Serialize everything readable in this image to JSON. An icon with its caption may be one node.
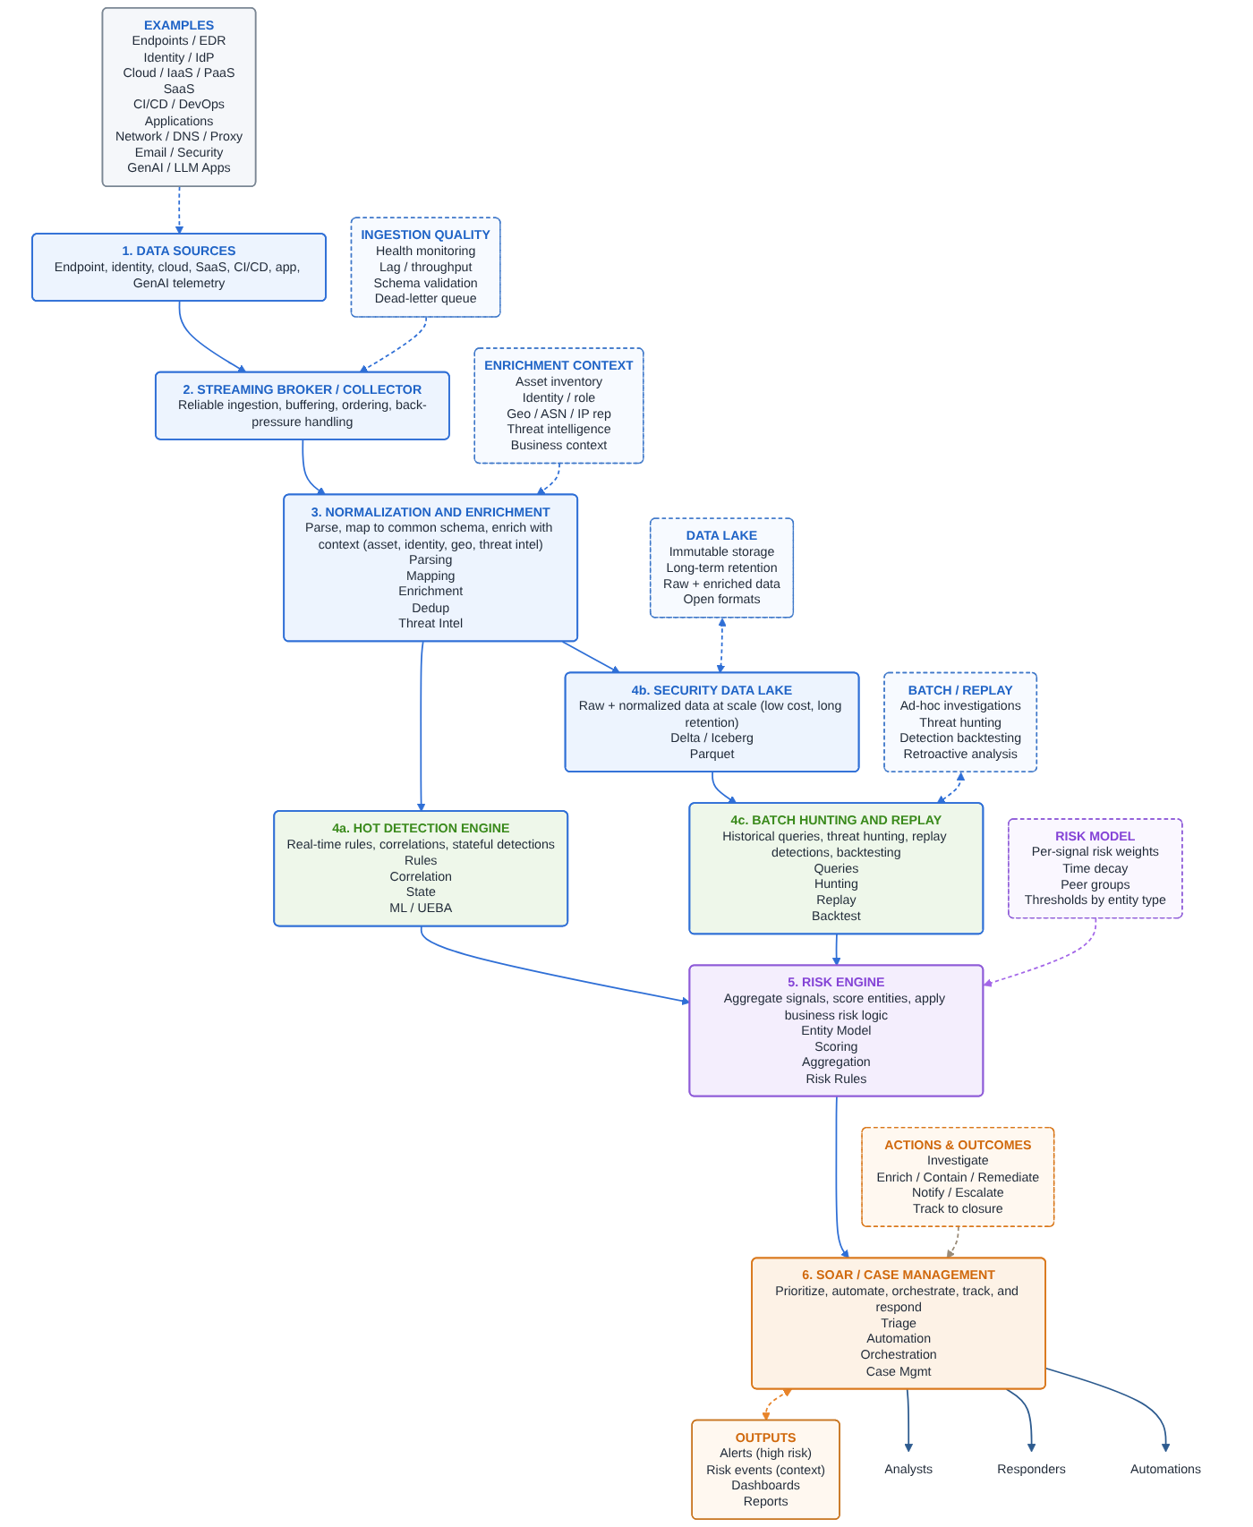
{
  "diagram": {
    "nodes": [
      {
        "text": [
          "1. DATA SOURCES",
          "Endpoint, identity, cloud, SaaS, CI/CD, app, GenAI telemetry"
        ]
      },
      {
        "text": [
          "EXAMPLES",
          "Endpoints / EDR",
          "Identity / IdP",
          "Cloud / IaaS / PaaS",
          "SaaS",
          "CI/CD / DevOps",
          "Applications",
          "Network / DNS / Proxy",
          "Email / Security",
          "GenAI / LLM Apps"
        ]
      },
      {
        "text": [
          "2. STREAMING BROKER / COLLECTOR",
          "Reliable ingestion, buffering, ordering, back-pressure handling"
        ]
      },
      {
        "text": [
          "INGESTION QUALITY",
          "Health monitoring",
          "Lag / throughput",
          "Schema validation",
          "Dead-letter queue"
        ]
      },
      {
        "text": [
          "3. NORMALIZATION AND ENRICHMENT",
          "Parse, map to common schema, enrich with context (asset, identity, geo, threat intel)",
          "Parsing",
          "Mapping",
          "Enrichment",
          "Dedup",
          "Threat Intel"
        ]
      },
      {
        "text": [
          "ENRICHMENT CONTEXT",
          "Asset inventory",
          "Identity / role",
          "Geo / ASN / IP rep",
          "Threat intelligence",
          "Business context"
        ]
      },
      {
        "text": [
          "4b. SECURITY DATA LAKE",
          "Raw + normalized data at scale (low cost, long retention)",
          "Delta / Iceberg",
          "Parquet"
        ]
      },
      {
        "text": [
          "DATA LAKE",
          "Immutable storage",
          "Long-term retention",
          "Raw + enriched data",
          "Open formats"
        ]
      },
      {
        "text": [
          "4a. HOT DETECTION ENGINE",
          "Real-time rules, correlations, stateful detections",
          "Rules",
          "Correlation",
          "State",
          "ML / UEBA"
        ]
      },
      {
        "text": [
          "4c. BATCH HUNTING AND REPLAY",
          "Historical queries, threat hunting, replay detections, backtesting",
          "Queries",
          "Hunting",
          "Replay",
          "Backtest"
        ]
      },
      {
        "text": [
          "BATCH / REPLAY",
          "Ad-hoc investigations",
          "Threat hunting",
          "Detection backtesting",
          "Retroactive analysis"
        ]
      },
      {
        "text": [
          "5. RISK ENGINE",
          "Aggregate signals, score entities, apply business risk logic",
          "Entity Model",
          "Scoring",
          "Aggregation",
          "Risk Rules"
        ]
      },
      {
        "text": [
          "RISK MODEL",
          "Per-signal risk weights",
          "Time decay",
          "Peer groups",
          "Thresholds by entity type"
        ]
      },
      {
        "text": [
          "OUTPUTS",
          "Alerts (high risk)",
          "Risk events (context)",
          "Dashboards",
          "Reports"
        ]
      },
      {
        "text": [
          "6. SOAR / CASE MANAGEMENT",
          "Prioritize, automate, orchestrate, track, and respond",
          "Triage",
          "Automation",
          "Orchestration",
          "Case Mgmt"
        ]
      },
      {
        "text": [
          "ACTIONS & OUTCOMES",
          "Investigate",
          "Enrich / Contain / Remediate",
          "Notify / Escalate",
          "Track to closure"
        ]
      },
      {
        "text": [
          "Analysts"
        ]
      },
      {
        "text": [
          "Responders"
        ]
      },
      {
        "text": [
          "Automations"
        ]
      }
    ],
    "edges": [
      {
        "from": 1,
        "to": 0,
        "arrow": "to",
        "style": "dashed"
      },
      {
        "from": 0,
        "to": 2,
        "arrow": "to"
      },
      {
        "from": 3,
        "to": 2,
        "arrow": "to",
        "style": "dashed"
      },
      {
        "from": 2,
        "to": 4,
        "arrow": "to"
      },
      {
        "from": 5,
        "to": 4,
        "arrow": "to",
        "style": "dashed"
      },
      {
        "from": 4,
        "to": 8,
        "arrow": "to"
      },
      {
        "from": 4,
        "to": 6,
        "arrow": "to"
      },
      {
        "from": 7,
        "to": 6,
        "arrow": "both",
        "style": "dashed"
      },
      {
        "from": 6,
        "to": 9,
        "arrow": "to"
      },
      {
        "from": 10,
        "to": 9,
        "arrow": "both",
        "style": "dashed"
      },
      {
        "from": 8,
        "to": 11,
        "arrow": "to"
      },
      {
        "from": 9,
        "to": 11,
        "arrow": "to"
      },
      {
        "from": 12,
        "to": 11,
        "arrow": "to",
        "style": "dashed",
        "color": "#a366e8"
      },
      {
        "from": 11,
        "to": 14,
        "arrow": "to"
      },
      {
        "from": 14,
        "to": 13,
        "arrow": "both",
        "style": "dashed",
        "color": "#e8842a"
      },
      {
        "from": 15,
        "to": 14,
        "arrow": "to",
        "style": "dashed",
        "color": "#9a8b78"
      },
      {
        "from": 14,
        "to": 16,
        "arrow": "to",
        "color": "#2d5b8f"
      },
      {
        "from": 14,
        "to": 17,
        "arrow": "to",
        "color": "#2d5b8f"
      },
      {
        "from": 14,
        "to": 18,
        "arrow": "to",
        "color": "#2d5b8f"
      }
    ]
  }
}
